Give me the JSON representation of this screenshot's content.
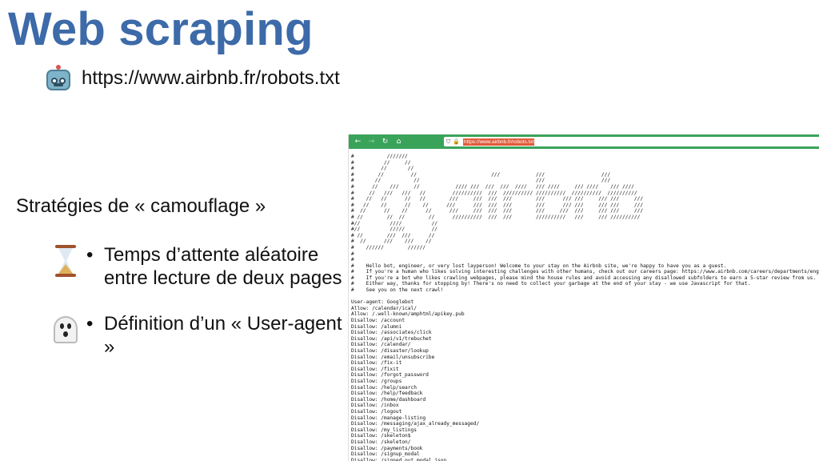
{
  "slide": {
    "title": "Web scraping",
    "url_line": {
      "icon": "robot-icon",
      "text": "https://www.airbnb.fr/robots.txt"
    },
    "strategies_heading": "Stratégies de « camouflage »",
    "bullets": [
      {
        "icon": "hourglass-icon",
        "bullet": "•",
        "text": "Temps d’attente aléatoire entre lecture de deux pages"
      },
      {
        "icon": "ghost-icon",
        "bullet": "•",
        "text": "Définition d’un « User-agent »"
      }
    ]
  },
  "browser": {
    "nav": {
      "back": "←",
      "forward": "→",
      "reload": "↻",
      "home": "⌂"
    },
    "address_icons": {
      "shield": "⛉",
      "lock": "🔒"
    },
    "url": "https://www.airbnb.fr/robots.txt",
    "robots_txt": "#           ///////\n#          //     //\n#         //       //\n#        //         //                         ///            ///                   ///\n#       //           //                                       ///                   ///\n#      //    ///     //            //// ///  ///  ///  ////   /// ////     /// ////    /// ////\n#     //   ///   ///   //         //////////  ///  ////////// //////////  //////////  //////////\n#    //   //      //   //        ///     ///  ///  ///        ///      /// ///     /// ///     ///\n#   //    //      //    //      ///      ///  ///  ///        ///      /// ///     /// ///     ///\n#  //      //    //      //      ///     ///  ///  ///        ///     ///  ///     /// ///     ///\n# //        //  //        //      //////////  ///  ///        //////////   ///     /// //////////\n#//          ////          //\n#//          /////         //\n# //        ///  ///      //\n#  //      ///    ///    //\n#    //////        //////\n#\n#\n#    Hello bot, engineer, or very lost layperson! Welcome to your stay on the Airbnb site, we're happy to have you as a guest.\n#    If you're a human who likes solving interesting challenges with other humans, check out our careers page: https://www.airbnb.com/careers/departments/engineering\n#    If you're a bot who likes crawling webpages, please mind the house rules and avoid accessing any disallowed subfolders to earn a 5-star review from us.\n#    Either way, thanks for stopping by! There's no need to collect your garbage at the end of your stay - we use Javascript for that.\n#    See you on the next crawl!\n\nUser-agent: Googlebot\nAllow: /calendar/ical/\nAllow: /.well-known/amphtml/apikey.pub\nDisallow: /account\nDisallow: /alumni\nDisallow: /associates/click\nDisallow: /api/v1/trebuchet\nDisallow: /calendar/\nDisallow: /disaster/lookup\nDisallow: /email/unsubscribe\nDisallow: /fix-it\nDisallow: /fixit\nDisallow: /forgot_password\nDisallow: /groups\nDisallow: /help/search\nDisallow: /help/feedback\nDisallow: /home/dashboard\nDisallow: /inbox\nDisallow: /logout\nDisallow: /manage-listing\nDisallow: /messaging/ajax_already_messaged/\nDisallow: /my_listings\nDisallow: /skeleton$\nDisallow: /skeleton/\nDisallow: /payments/book\nDisallow: /signup_modal\nDisallow: /signed_out_modal.json\nDisallow: /.well-known/applinks.json"
  },
  "colors": {
    "title": "#3d6aa8",
    "browser_bar": "#3aa35a",
    "url_highlight": "#e05b3a"
  }
}
